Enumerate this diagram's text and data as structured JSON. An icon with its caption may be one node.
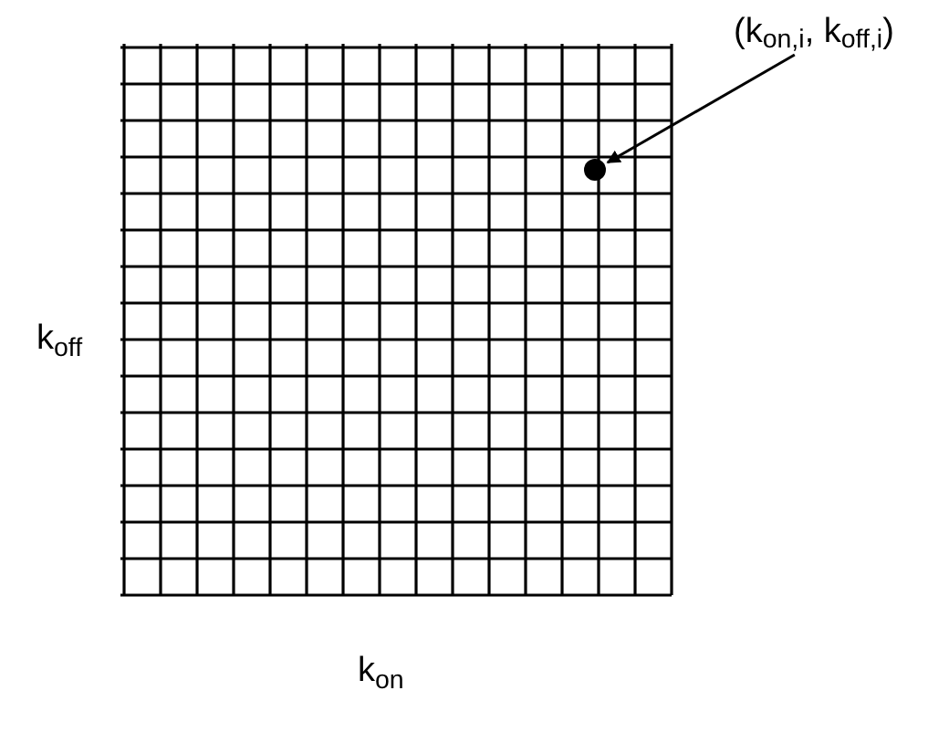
{
  "diagram": {
    "nodes": [
      {
        "text": [
          "(k$_{on,i}$, k$_{off,i}$)"
        ]
      },
      {
        "text": [],
        "shape": "circle"
      }
    ],
    "edges": [
      {
        "from": 0,
        "to": 1,
        "arrow": "to"
      }
    ],
    "labels": [
      "k$_{off}$",
      "k$_{on}$"
    ]
  }
}
